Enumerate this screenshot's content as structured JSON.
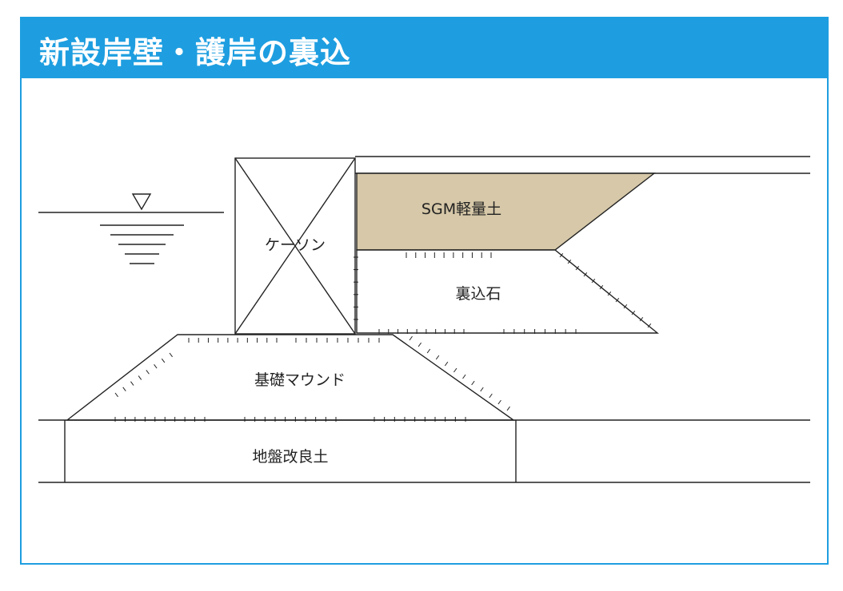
{
  "title": "新設岸壁・護岸の裏込",
  "labels": {
    "caisson": "ケーソン",
    "sgm": "SGM軽量土",
    "backfill_stone": "裏込石",
    "mound": "基礎マウンド",
    "improved_soil": "地盤改良土"
  },
  "colors": {
    "accent": "#1e9ee0",
    "sgm_fill": "#d6c8a8"
  },
  "icons": {
    "water_level": "water-level-triangle-icon"
  }
}
